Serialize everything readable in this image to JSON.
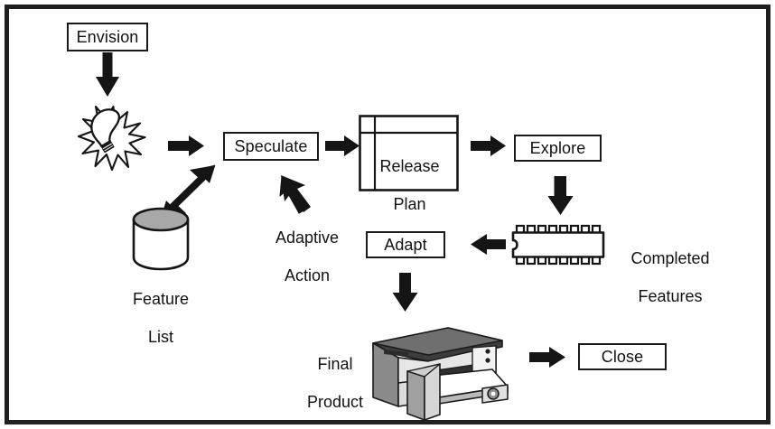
{
  "diagram": {
    "title": "Adaptive Software Development lifecycle diagram",
    "border_color": "#221f20",
    "background": "#ffffff",
    "text_color": "#121212",
    "accent_gray": "#a8a8a8"
  },
  "nodes": {
    "envision": {
      "label": "Envision",
      "type": "box"
    },
    "idea": {
      "label": "",
      "type": "lightbulb-icon"
    },
    "speculate": {
      "label": "Speculate",
      "type": "box"
    },
    "release_plan": {
      "label": "Release\nPlan",
      "line1": "Release",
      "line2": "Plan",
      "type": "table-icon"
    },
    "explore": {
      "label": "Explore",
      "type": "box"
    },
    "feature_list": {
      "label": "Feature\nList",
      "line1": "Feature",
      "line2": "List",
      "type": "cylinder-icon"
    },
    "adaptive_action": {
      "label": "Adaptive\nAction",
      "line1": "Adaptive",
      "line2": "Action",
      "type": "text"
    },
    "adapt": {
      "label": "Adapt",
      "type": "box"
    },
    "completed_features": {
      "label": "Completed\nFeatures",
      "line1": "Completed",
      "line2": "Features",
      "type": "chip-icon"
    },
    "final_product": {
      "label": "Final\nProduct",
      "line1": "Final",
      "line2": "Product",
      "type": "printer-icon"
    },
    "close": {
      "label": "Close",
      "type": "box"
    }
  },
  "edges": [
    {
      "name": "envision-to-idea",
      "from": "envision",
      "to": "idea",
      "direction": "down",
      "style": "solid-arrow"
    },
    {
      "name": "idea-to-speculate",
      "from": "idea",
      "to": "speculate",
      "direction": "right",
      "style": "solid-arrow"
    },
    {
      "name": "speculate-to-release-plan",
      "from": "speculate",
      "to": "release_plan",
      "direction": "right",
      "style": "solid-arrow"
    },
    {
      "name": "release-plan-to-explore",
      "from": "release_plan",
      "to": "explore",
      "direction": "right",
      "style": "solid-arrow"
    },
    {
      "name": "explore-to-completed-features",
      "from": "explore",
      "to": "completed_features",
      "direction": "down",
      "style": "solid-arrow"
    },
    {
      "name": "completed-features-to-adapt",
      "from": "completed_features",
      "to": "adapt",
      "direction": "left",
      "style": "solid-arrow"
    },
    {
      "name": "adapt-to-final-product",
      "from": "adapt",
      "to": "final_product",
      "direction": "down",
      "style": "solid-arrow"
    },
    {
      "name": "final-product-to-close",
      "from": "final_product",
      "to": "close",
      "direction": "right",
      "style": "solid-arrow"
    },
    {
      "name": "adaptive-action-to-speculate",
      "from": "adaptive_action",
      "to": "speculate",
      "direction": "up-left",
      "style": "solid-arrow"
    },
    {
      "name": "feature-list-speculate-bidirectional",
      "from": "feature_list",
      "to": "speculate",
      "direction": "diagonal",
      "style": "double-headed-arrow"
    }
  ],
  "icons": {
    "lightbulb": "lightbulb-starburst-icon",
    "release_plan": "spreadsheet-table-icon",
    "feature_list": "database-cylinder-icon",
    "completed_features": "integrated-circuit-chip-icon",
    "final_product": "inkjet-printer-icon"
  }
}
